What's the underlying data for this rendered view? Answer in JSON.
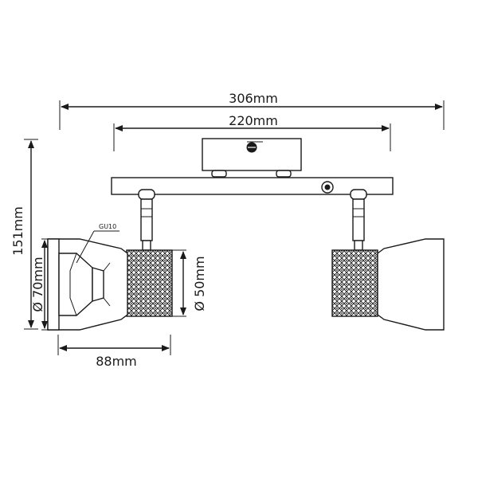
{
  "dimensions": {
    "overall_width": "306mm",
    "bar_width": "220mm",
    "height": "151mm",
    "shade_diameter": "Ø 70mm",
    "grid_diameter": "Ø 50mm",
    "head_length": "88mm"
  },
  "labels": {
    "bulb_type": "GU10"
  }
}
